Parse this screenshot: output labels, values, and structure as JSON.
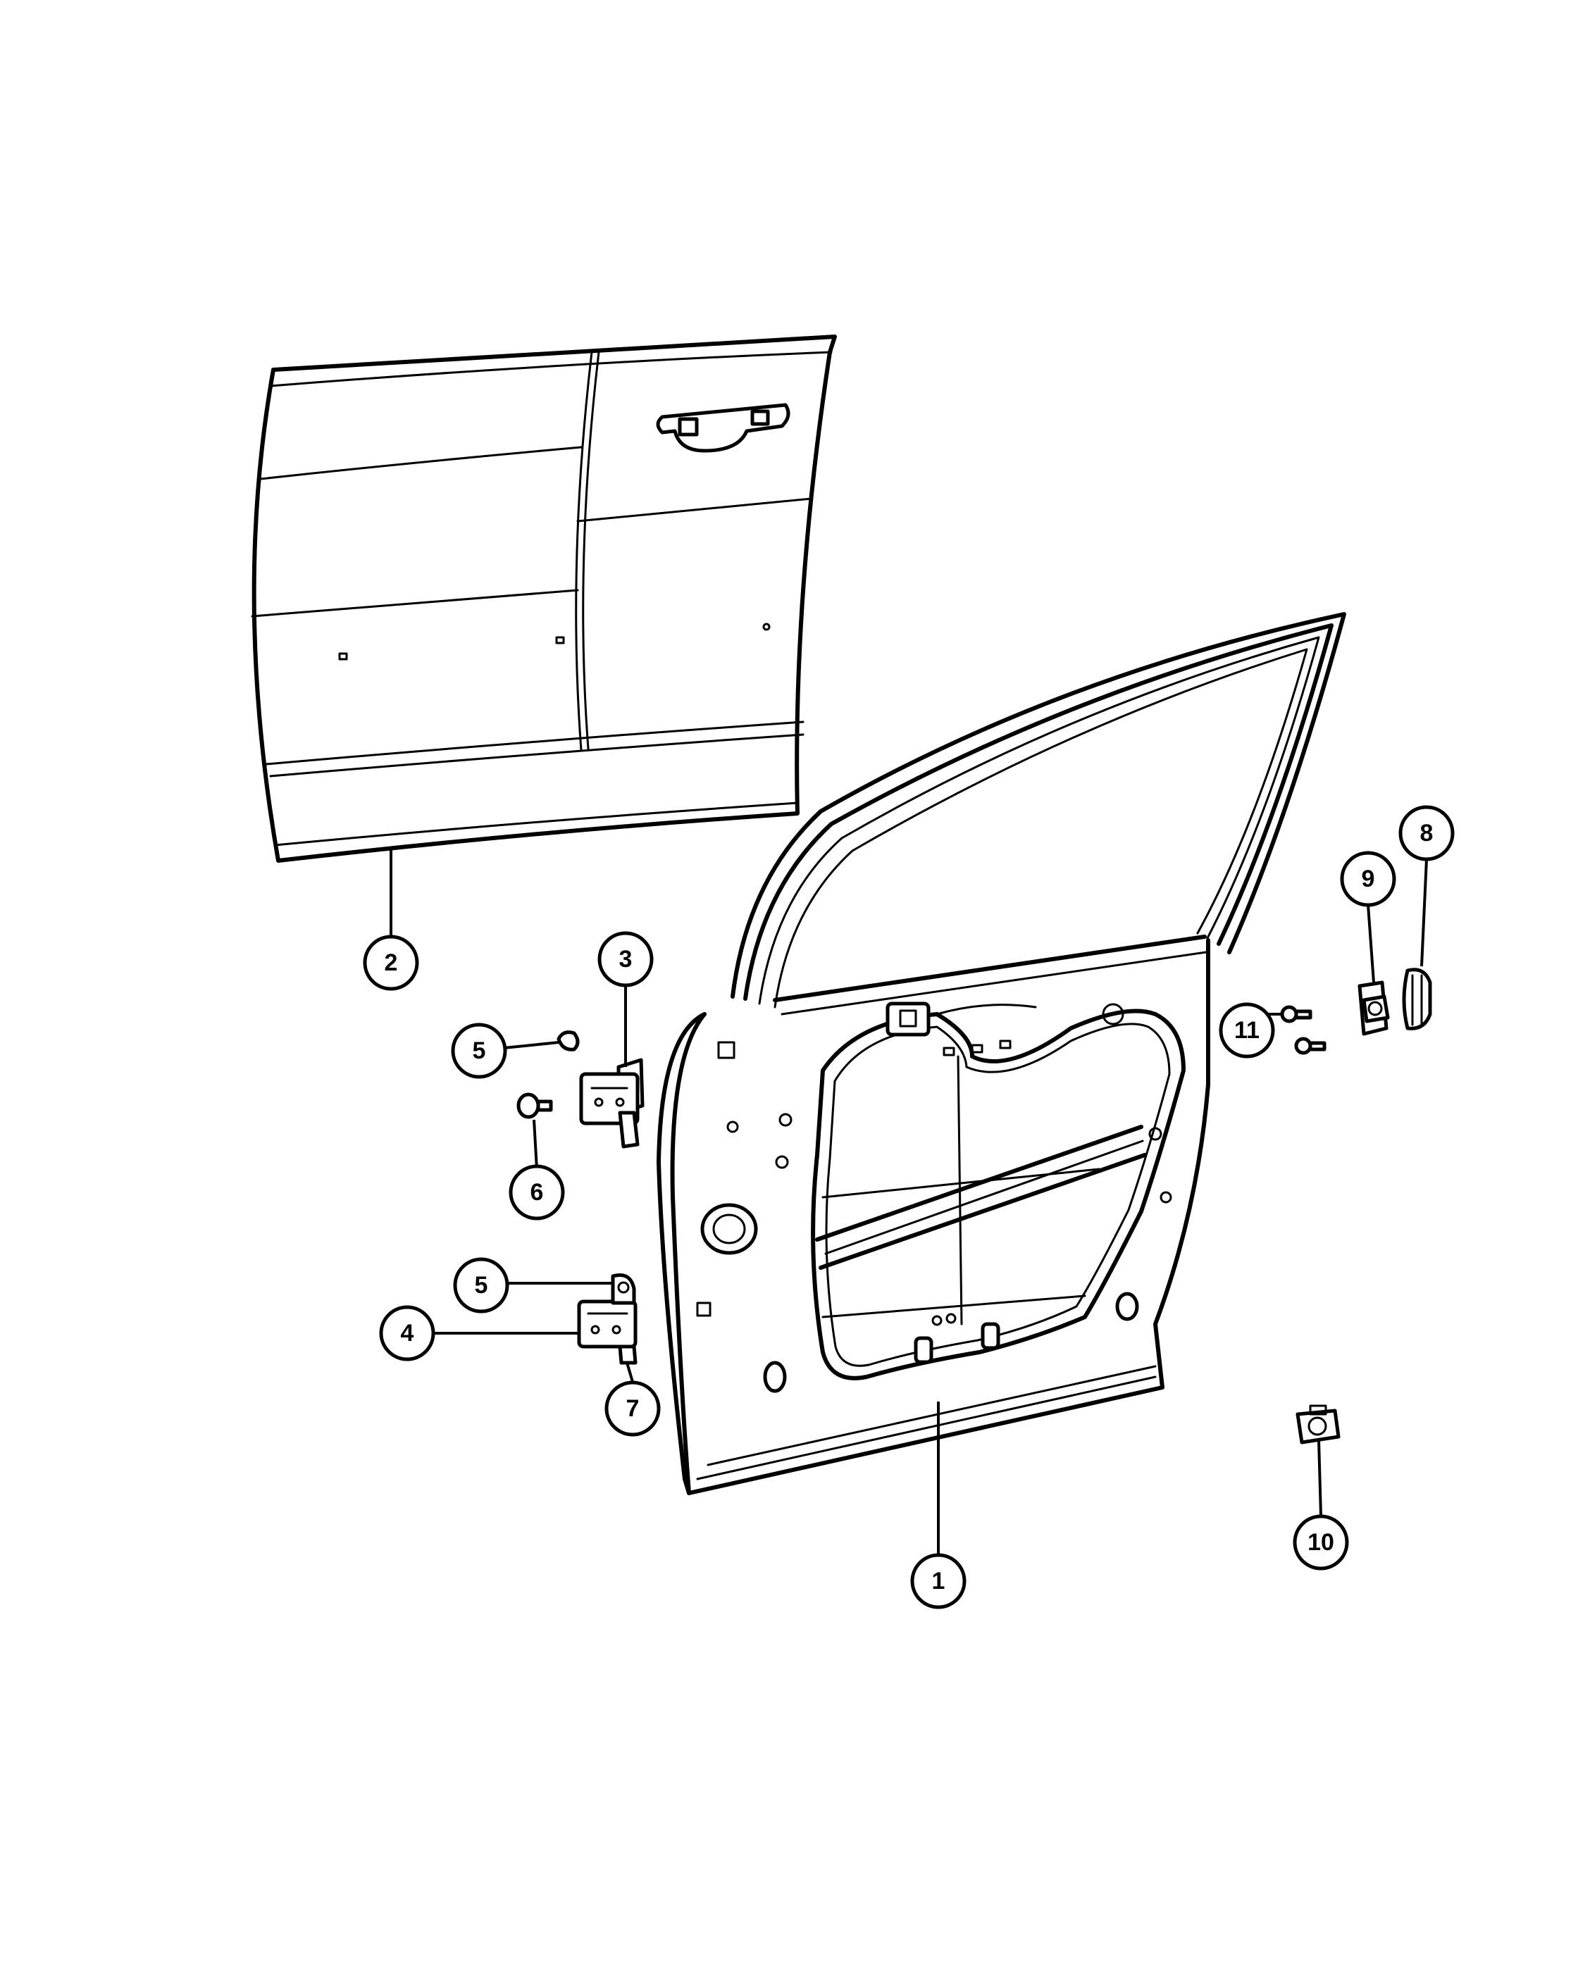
{
  "callouts": [
    {
      "id": "c1",
      "label": "1"
    },
    {
      "id": "c2",
      "label": "2"
    },
    {
      "id": "c3",
      "label": "3"
    },
    {
      "id": "c4",
      "label": "4"
    },
    {
      "id": "c5a",
      "label": "5"
    },
    {
      "id": "c5b",
      "label": "5"
    },
    {
      "id": "c6",
      "label": "6"
    },
    {
      "id": "c7",
      "label": "7"
    },
    {
      "id": "c8",
      "label": "8"
    },
    {
      "id": "c9",
      "label": "9"
    },
    {
      "id": "c10",
      "label": "10"
    },
    {
      "id": "c11",
      "label": "11"
    }
  ]
}
